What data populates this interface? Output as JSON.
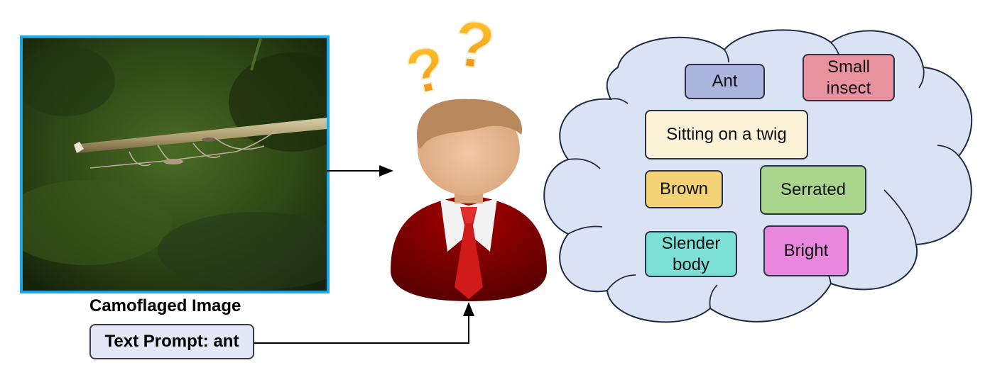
{
  "image_caption": "Camoflaged Image",
  "text_prompt": "Text Prompt: ant",
  "question_marks": [
    "?",
    "?"
  ],
  "cloud_tags": [
    {
      "label": "Ant",
      "color": "#aab4dc"
    },
    {
      "label": "Small\ninsect",
      "color": "#e9929f"
    },
    {
      "label": "Sitting on a twig",
      "color": "#fcf2d8"
    },
    {
      "label": "Brown",
      "color": "#f4d374"
    },
    {
      "label": "Serrated",
      "color": "#a9d58c"
    },
    {
      "label": "Slender\nbody",
      "color": "#7de0d6"
    },
    {
      "label": "Bright",
      "color": "#e986dd"
    }
  ],
  "colors": {
    "image_border": "#1aa7e6",
    "prompt_box_fill": "#e4e7f5",
    "cloud_fill": "#dae3f4",
    "suit": "#7a0000",
    "tie": "#d11a1a",
    "skin": "#e6b793",
    "hair": "#b9885c",
    "question_mark": "#f3a81c"
  }
}
